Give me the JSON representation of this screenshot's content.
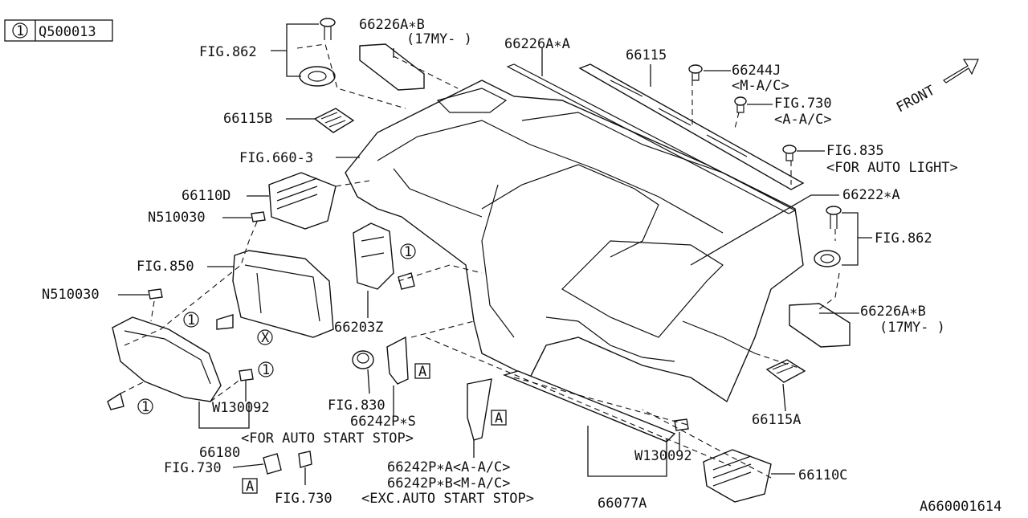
{
  "legend": {
    "index": "1",
    "code": "Q500013"
  },
  "front_label": "FRONT",
  "diagram_id": "A660001614",
  "callouts": {
    "c1": "FIG.862",
    "c2a": "66226A∗B",
    "c2b": "(17MY-  )",
    "c3": "66226A∗A",
    "c4": "66115",
    "c5a": "66244J",
    "c5b": "<M-A/C>",
    "c6a": "FIG.730",
    "c6b": "<A-A/C>",
    "c7a": "FIG.835",
    "c7b": "<FOR AUTO LIGHT>",
    "c8": "66115B",
    "c9": "FIG.660-3",
    "c10": "66110D",
    "c11": "N510030",
    "c12": "66222∗A",
    "c13": "FIG.862",
    "c14": "FIG.850",
    "c15": "N510030",
    "c16a": "66226A∗B",
    "c16b": "(17MY-  )",
    "c17": "66203Z",
    "c18": "66115A",
    "c19": "W130092",
    "c20": "FIG.830",
    "c21": "66242P∗S",
    "c22a": "66180",
    "c22b": "<FOR AUTO START STOP>",
    "c23": "FIG.730",
    "c24": "FIG.730",
    "c25a": "66242P∗A<A-A/C>",
    "c25b": "66242P∗B<M-A/C>",
    "c25c": "<EXC.AUTO START STOP>",
    "c26": "W130092",
    "c27": "66110C",
    "c28": "66077A"
  },
  "markers": {
    "circle": "1",
    "x": "X",
    "ref_a": "A"
  }
}
